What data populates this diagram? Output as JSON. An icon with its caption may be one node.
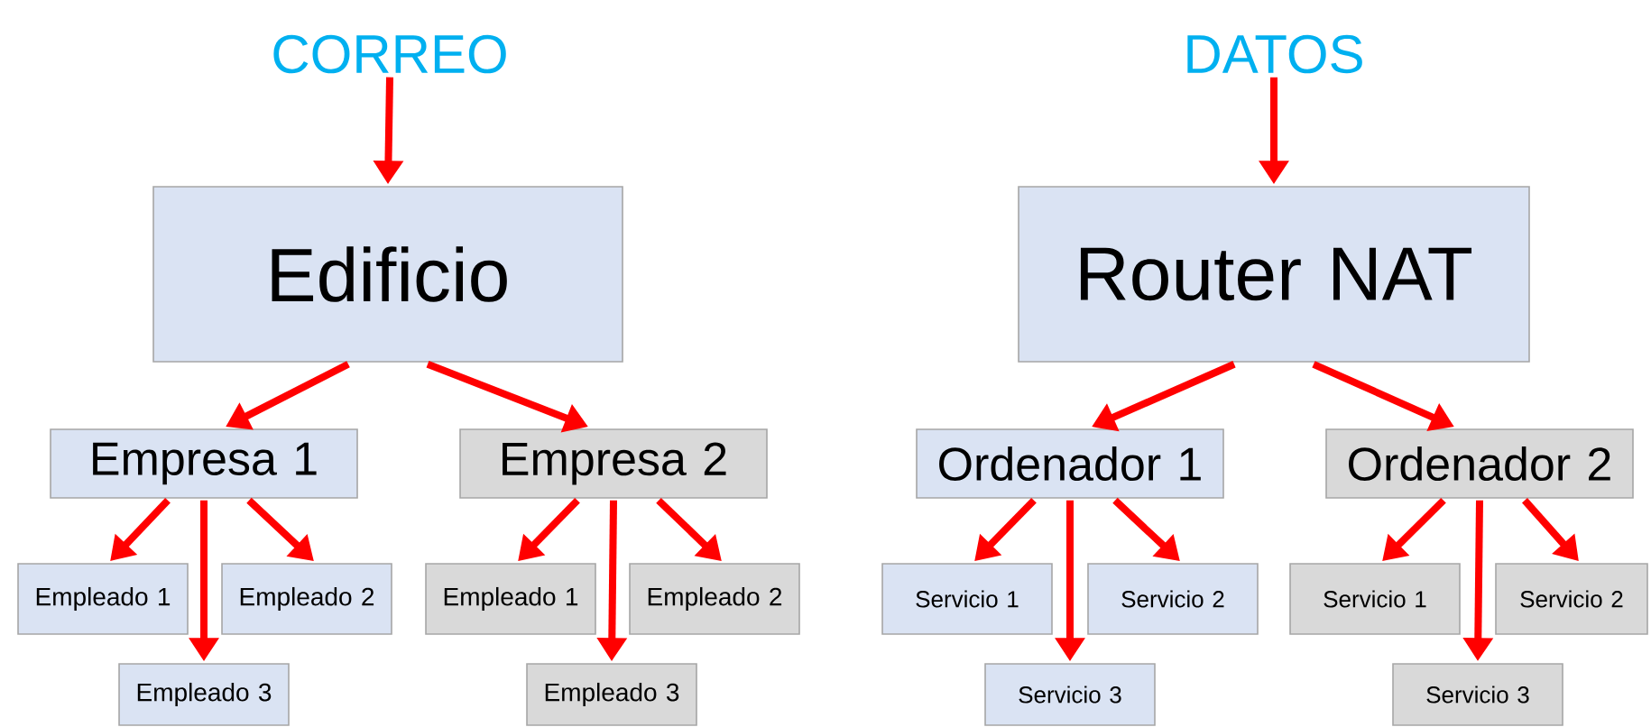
{
  "diagram": {
    "nodes": [
      {
        "text": [
          "CORREO"
        ]
      },
      {
        "text": [
          "Edificio"
        ]
      },
      {
        "text": [
          "Empresa 1"
        ]
      },
      {
        "text": [
          "Empresa 2"
        ]
      },
      {
        "text": [
          "Empleado 1"
        ]
      },
      {
        "text": [
          "Empleado 2"
        ]
      },
      {
        "text": [
          "Empleado 3"
        ]
      },
      {
        "text": [
          "Empleado 1"
        ]
      },
      {
        "text": [
          "Empleado 2"
        ]
      },
      {
        "text": [
          "Empleado 3"
        ]
      },
      {
        "text": [
          "DATOS"
        ]
      },
      {
        "text": [
          "Router NAT"
        ]
      },
      {
        "text": [
          "Ordenador 1"
        ]
      },
      {
        "text": [
          "Ordenador 2"
        ]
      },
      {
        "text": [
          "Servicio 1"
        ]
      },
      {
        "text": [
          "Servicio 2"
        ]
      },
      {
        "text": [
          "Servicio 3"
        ]
      },
      {
        "text": [
          "Servicio 1"
        ]
      },
      {
        "text": [
          "Servicio 2"
        ]
      },
      {
        "text": [
          "Servicio 3"
        ]
      }
    ],
    "edges": [
      {
        "from": 0,
        "to": 1,
        "arrow": "to"
      },
      {
        "from": 1,
        "to": 2,
        "arrow": "to"
      },
      {
        "from": 1,
        "to": 3,
        "arrow": "to"
      },
      {
        "from": 2,
        "to": 4,
        "arrow": "to"
      },
      {
        "from": 2,
        "to": 5,
        "arrow": "to"
      },
      {
        "from": 2,
        "to": 6,
        "arrow": "to"
      },
      {
        "from": 3,
        "to": 7,
        "arrow": "to"
      },
      {
        "from": 3,
        "to": 8,
        "arrow": "to"
      },
      {
        "from": 3,
        "to": 9,
        "arrow": "to"
      },
      {
        "from": 10,
        "to": 11,
        "arrow": "to"
      },
      {
        "from": 11,
        "to": 12,
        "arrow": "to"
      },
      {
        "from": 11,
        "to": 13,
        "arrow": "to"
      },
      {
        "from": 12,
        "to": 14,
        "arrow": "to"
      },
      {
        "from": 12,
        "to": 15,
        "arrow": "to"
      },
      {
        "from": 12,
        "to": 16,
        "arrow": "to"
      },
      {
        "from": 13,
        "to": 17,
        "arrow": "to"
      },
      {
        "from": 13,
        "to": 18,
        "arrow": "to"
      },
      {
        "from": 13,
        "to": 19,
        "arrow": "to"
      }
    ]
  }
}
